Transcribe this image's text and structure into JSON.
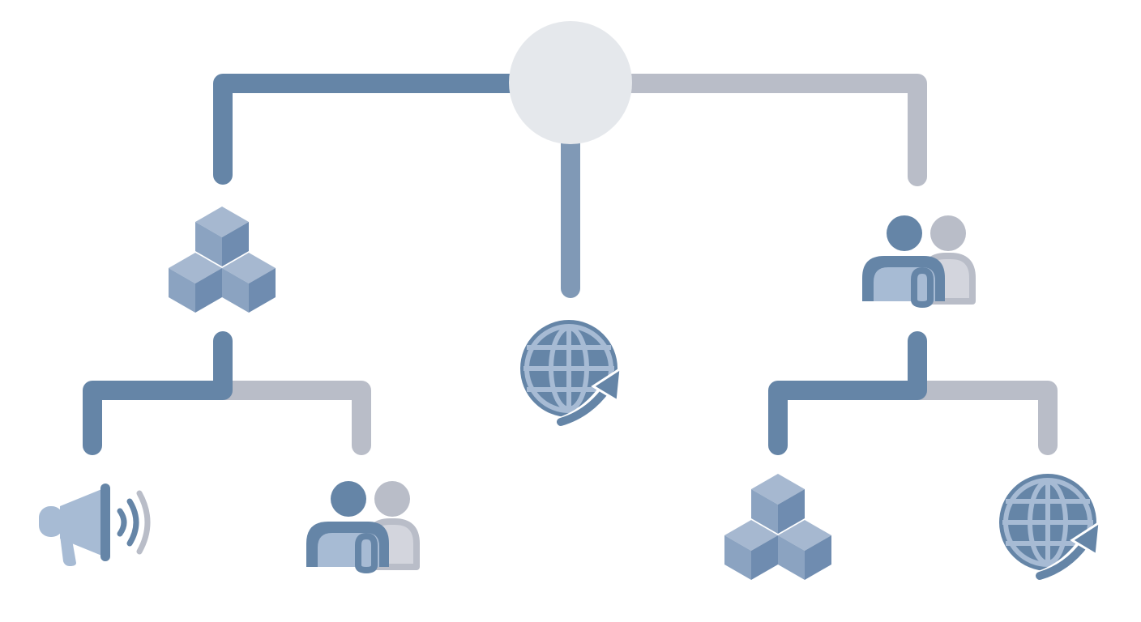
{
  "colors": {
    "background": "#ffffff",
    "blue": "#6585a7",
    "blue_line": "#8099b6",
    "gray": "#b9bdc8",
    "root_fill": "#e5e8ec",
    "cube_top": "#a6b8d0",
    "cube_left": "#8ba3c1",
    "cube_right": "#6f8cb0",
    "glyph_light_blue": "#a7bbd4",
    "glyph_light_gray": "#d3d5dd"
  },
  "root": {
    "icon": "circle-node"
  },
  "nodes": [
    {
      "id": "left",
      "icon": "cubes-icon",
      "connector": "blue",
      "children": [
        {
          "icon": "megaphone-icon",
          "connector": "blue"
        },
        {
          "icon": "linked-people-icon",
          "connector": "gray"
        }
      ]
    },
    {
      "id": "center",
      "icon": "globe-arrow-icon",
      "connector": "blue"
    },
    {
      "id": "right",
      "icon": "linked-people-icon",
      "connector": "gray",
      "children": [
        {
          "icon": "cubes-icon",
          "connector": "blue"
        },
        {
          "icon": "globe-arrow-icon",
          "connector": "gray"
        }
      ]
    }
  ]
}
